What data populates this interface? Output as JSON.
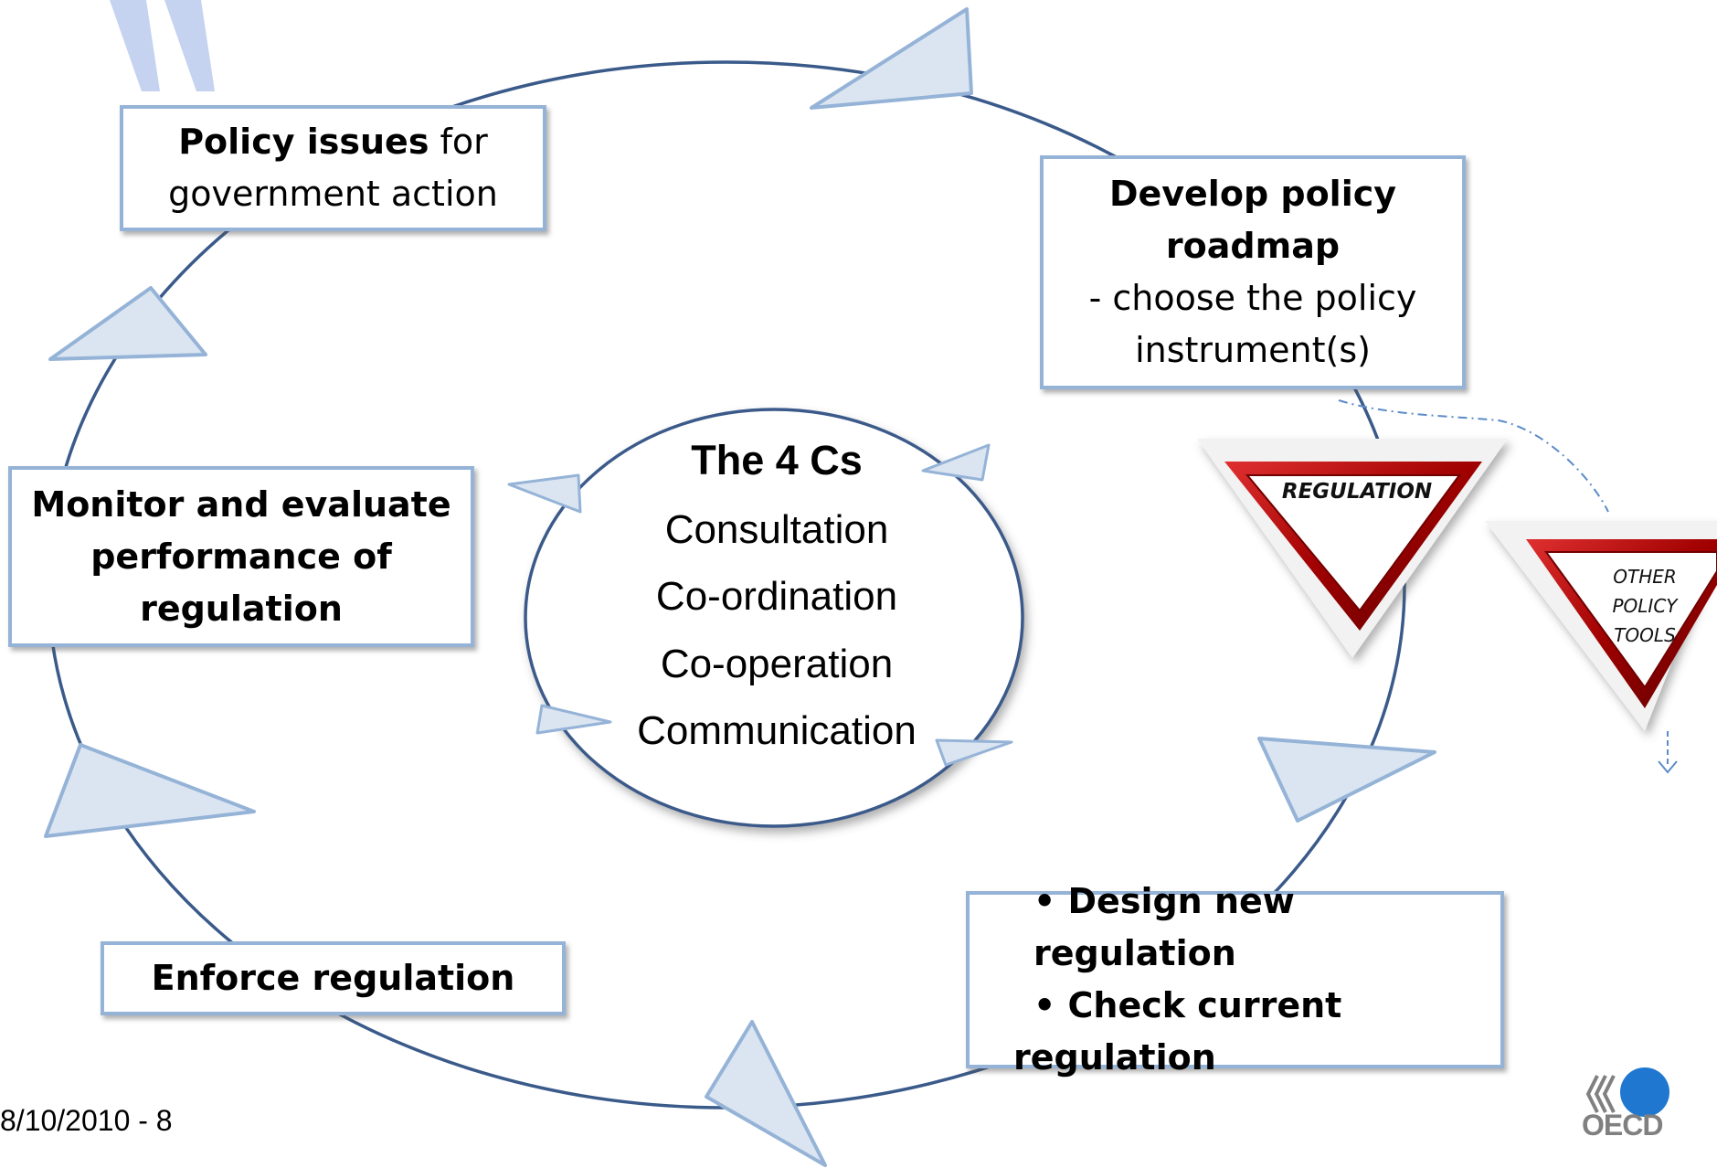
{
  "boxes": {
    "policy_issues": {
      "bold": "Policy issues",
      "rest": " for",
      "line2": "government action"
    },
    "develop_roadmap": {
      "line1": "Develop policy",
      "line2": "roadmap",
      "line3": "- choose the policy",
      "line4": "instrument(s)"
    },
    "monitor": {
      "line1": "Monitor and evaluate",
      "line2": "performance of",
      "line3": "regulation"
    },
    "enforce": {
      "label": "Enforce regulation"
    },
    "design": {
      "bullet1": "• Design new regulation",
      "bullet2": "• Check current",
      "bullet2b": "regulation"
    }
  },
  "center": {
    "title": "The 4 Cs",
    "items": [
      "Consultation",
      "Co-ordination",
      "Co-operation",
      "Communication"
    ]
  },
  "triangles": {
    "regulation": "REGULATION",
    "other": [
      "OTHER",
      "POLICY",
      "TOOLS"
    ]
  },
  "footer": {
    "date": "8/10/2010 - 8",
    "logo_text": "OECD"
  },
  "colors": {
    "cycle_line": "#3a5a8a",
    "arrow_fill": "#dbe5f1",
    "arrow_stroke": "#95b3d7",
    "box_border": "#95b3d7",
    "triangle_red": "#c00000",
    "oecd_blue": "#1f77d0"
  }
}
